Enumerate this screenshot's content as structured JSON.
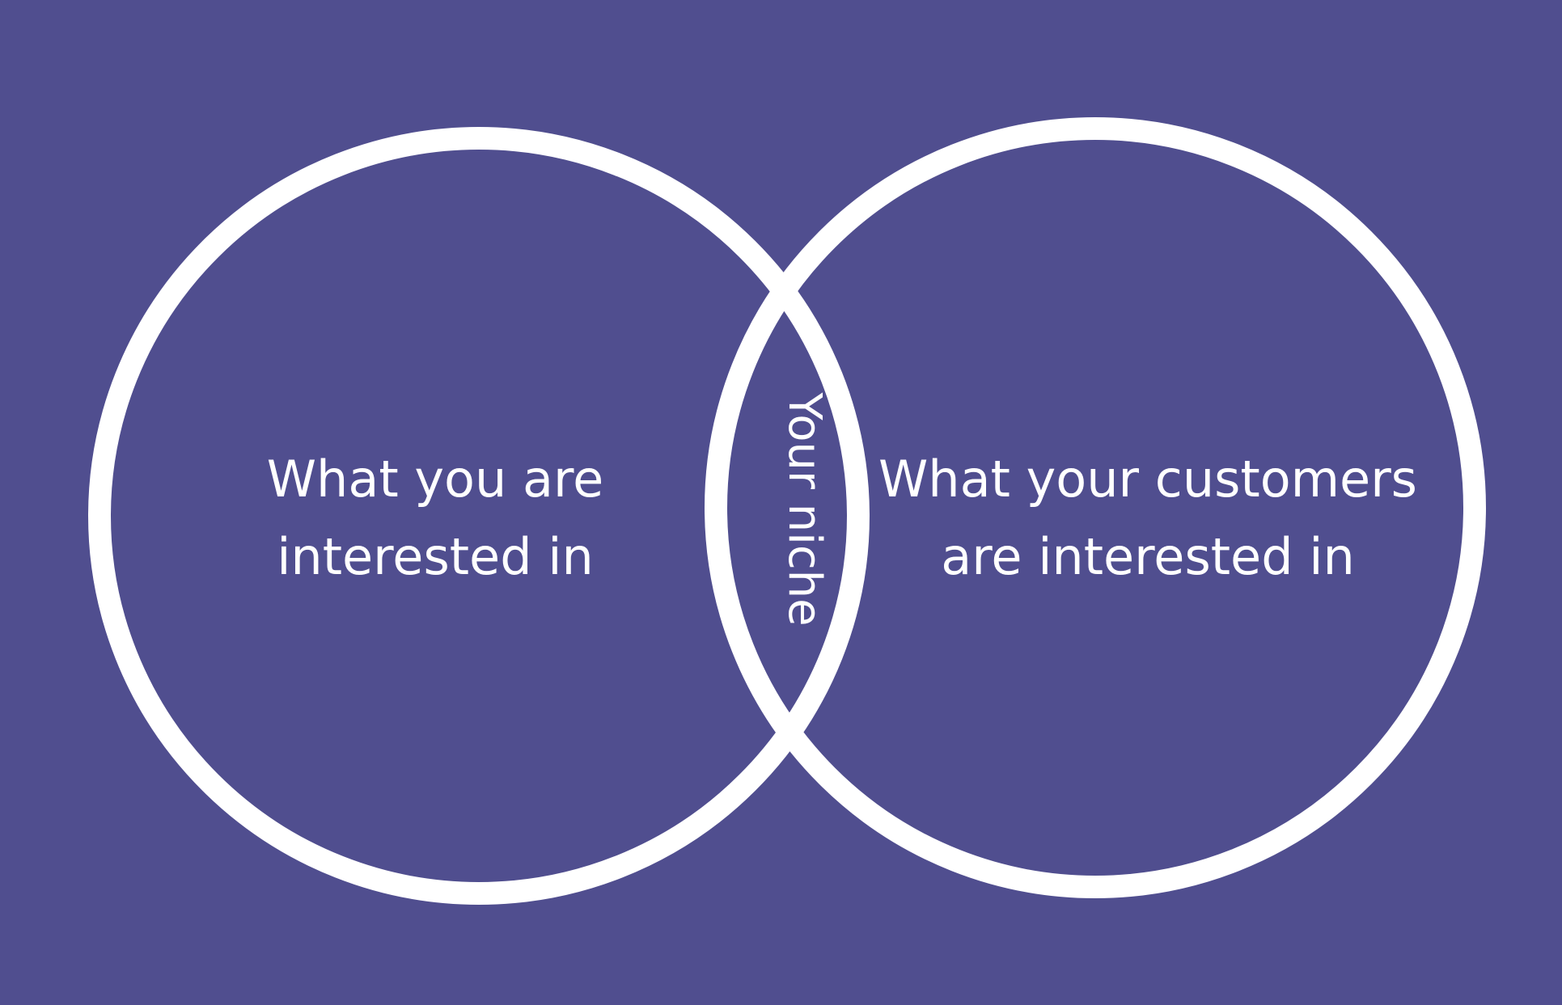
{
  "diagram": {
    "background_color": "#504e8f",
    "stroke_color": "#ffffff",
    "left_circle": {
      "line1": "What you are",
      "line2": "interested in"
    },
    "right_circle": {
      "line1": "What your customers",
      "line2": "are interested in"
    },
    "overlap": {
      "label": "Your niche"
    }
  }
}
